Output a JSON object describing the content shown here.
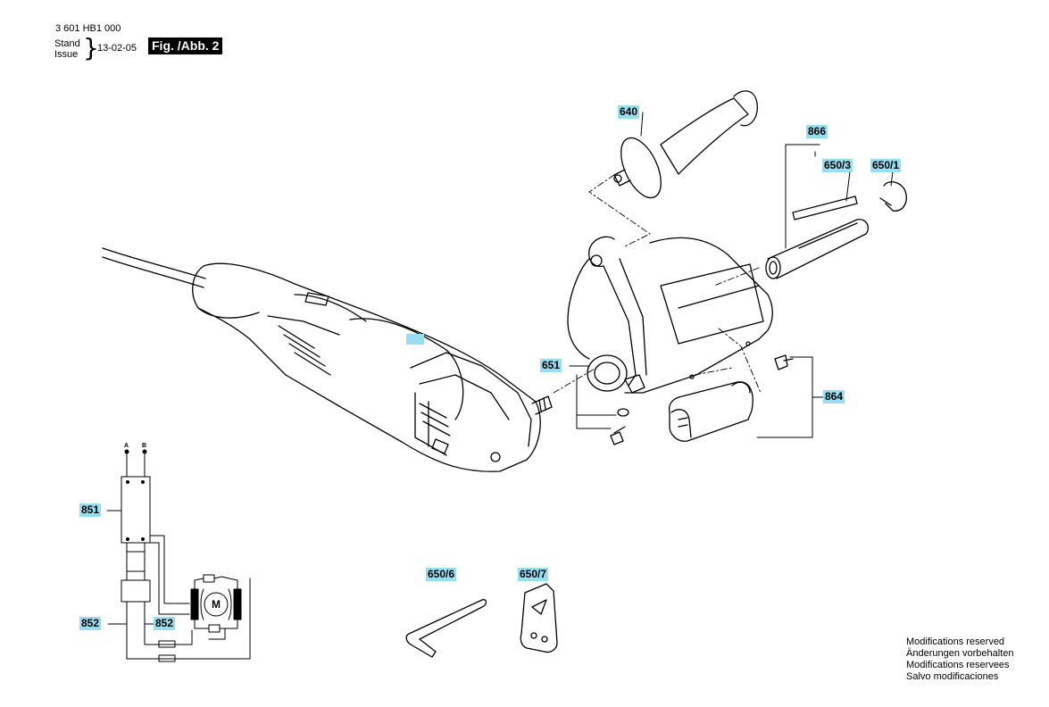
{
  "header": {
    "doc_number": "3 601 HB1 000",
    "stand_label": "Stand",
    "issue_label": "Issue",
    "date": "13-02-05",
    "figure_label": "Fig. /Abb. 2"
  },
  "callouts": {
    "p640": "640",
    "p866": "866",
    "p650_3": "650/3",
    "p650_1": "650/1",
    "p651": "651",
    "p864": "864",
    "p851": "851",
    "p852a": "852",
    "p852b": "852",
    "p650_6": "650/6",
    "p650_7": "650/7"
  },
  "schematic": {
    "terminal_a": "A",
    "terminal_b": "B",
    "motor": "M"
  },
  "notes": [
    "Modifications reserved",
    "Änderungen vorbehalten",
    "Modifications reservees",
    "Salvo modificaciones"
  ],
  "colors": {
    "callout_bg": "#9adcf0",
    "badge_bg": "#000000"
  }
}
